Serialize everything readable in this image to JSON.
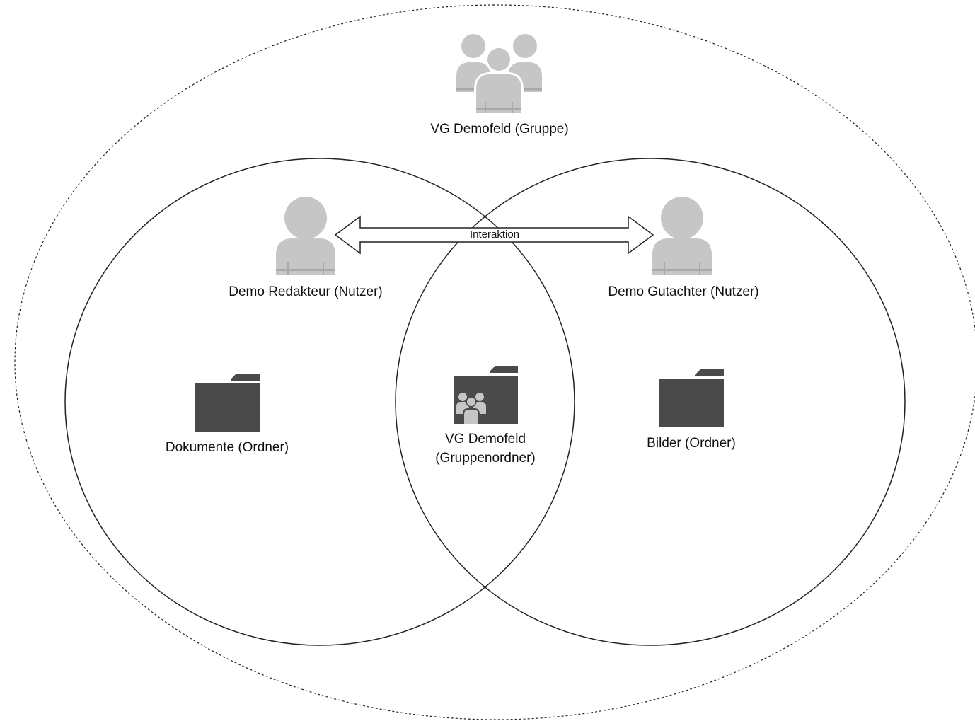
{
  "group": {
    "label": "VG Demofeld (Gruppe)",
    "icon": "user-group-icon"
  },
  "users": [
    {
      "label": "Demo Redakteur (Nutzer)",
      "icon": "user-icon"
    },
    {
      "label": "Demo Gutachter (Nutzer)",
      "icon": "user-icon"
    }
  ],
  "interaction": {
    "label": "Interaktion",
    "icon": "double-arrow-icon"
  },
  "folders": [
    {
      "label": "Dokumente (Ordner)",
      "icon": "folder-icon"
    },
    {
      "label_line1": "VG Demofeld",
      "label_line2": "(Gruppenordner)",
      "icon": "group-folder-icon"
    },
    {
      "label": "Bilder (Ordner)",
      "icon": "folder-icon"
    }
  ],
  "colors": {
    "person": "#c6c6c6",
    "person_shade": "#a9a9a9",
    "folder": "#4a4a4a",
    "line": "#222222"
  }
}
